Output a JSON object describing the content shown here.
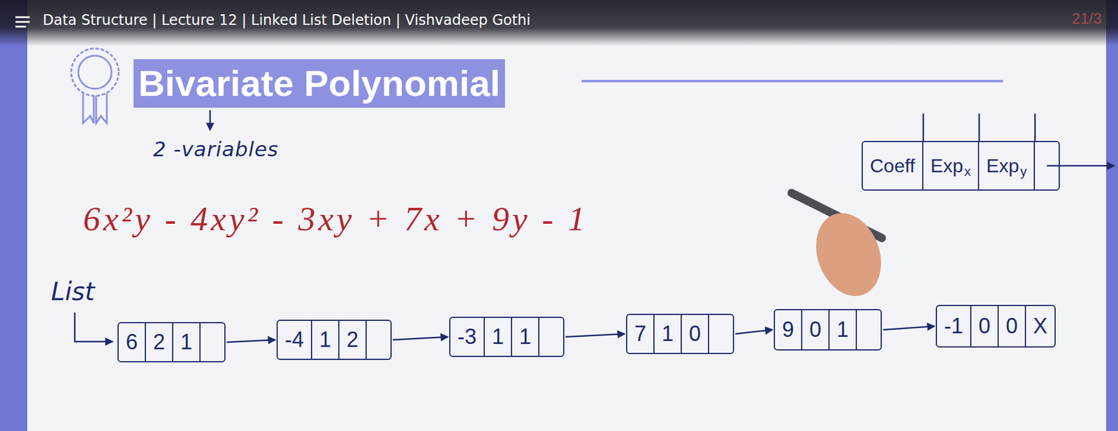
{
  "diagram": {
    "title": "Bivariate Polynomial",
    "nodes": [
      {
        "text": [
          "Coeff",
          "Exp",
          "x",
          "Exp",
          "y"
        ]
      },
      {
        "text": [
          "6",
          "2",
          "1"
        ]
      },
      {
        "text": [
          "-4",
          "1",
          "2"
        ]
      },
      {
        "text": [
          "-3",
          "1",
          "1"
        ]
      },
      {
        "text": [
          "7",
          "1",
          "0"
        ]
      },
      {
        "text": [
          "9",
          "0",
          "1"
        ]
      },
      {
        "text": [
          "-1",
          "0",
          "0",
          "X"
        ]
      }
    ],
    "edges": [
      {
        "from": 1,
        "to": 2,
        "arrow": "to"
      },
      {
        "from": 2,
        "to": 3,
        "arrow": "to"
      },
      {
        "from": 3,
        "to": 4,
        "arrow": "to"
      },
      {
        "from": 4,
        "to": 5,
        "arrow": "to"
      },
      {
        "from": 5,
        "to": 6,
        "arrow": "to"
      }
    ],
    "labels": [
      "Data Structure | Lecture 12 | Linked List Deletion | Vishvadeep Gothi",
      "2 -variables",
      "6x²y - 4xy² - 3xy + 7x + 9y - 1",
      "List",
      "21/3"
    ]
  }
}
